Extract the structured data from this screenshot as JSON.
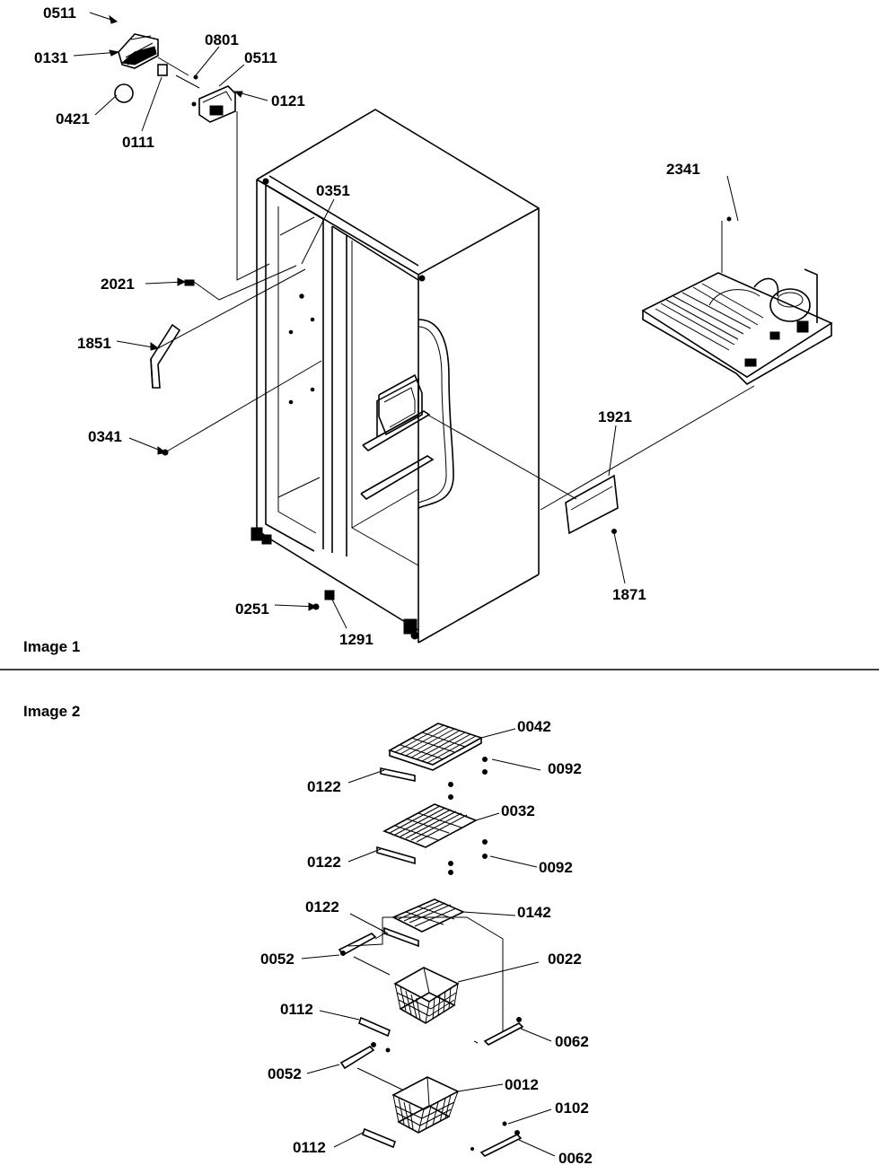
{
  "image1": {
    "heading": "Image 1",
    "callouts": [
      "0511",
      "0131",
      "0801",
      "0511",
      "0121",
      "0421",
      "0111",
      "0351",
      "2341",
      "2021",
      "1851",
      "0341",
      "1921",
      "1871",
      "0251",
      "1291"
    ]
  },
  "image2": {
    "heading": "Image 2",
    "callouts": [
      "0042",
      "0122",
      "0092",
      "0032",
      "0122",
      "0092",
      "0122",
      "0142",
      "0052",
      "0022",
      "0112",
      "0062",
      "0052",
      "0012",
      "0102",
      "0112",
      "0062"
    ]
  }
}
